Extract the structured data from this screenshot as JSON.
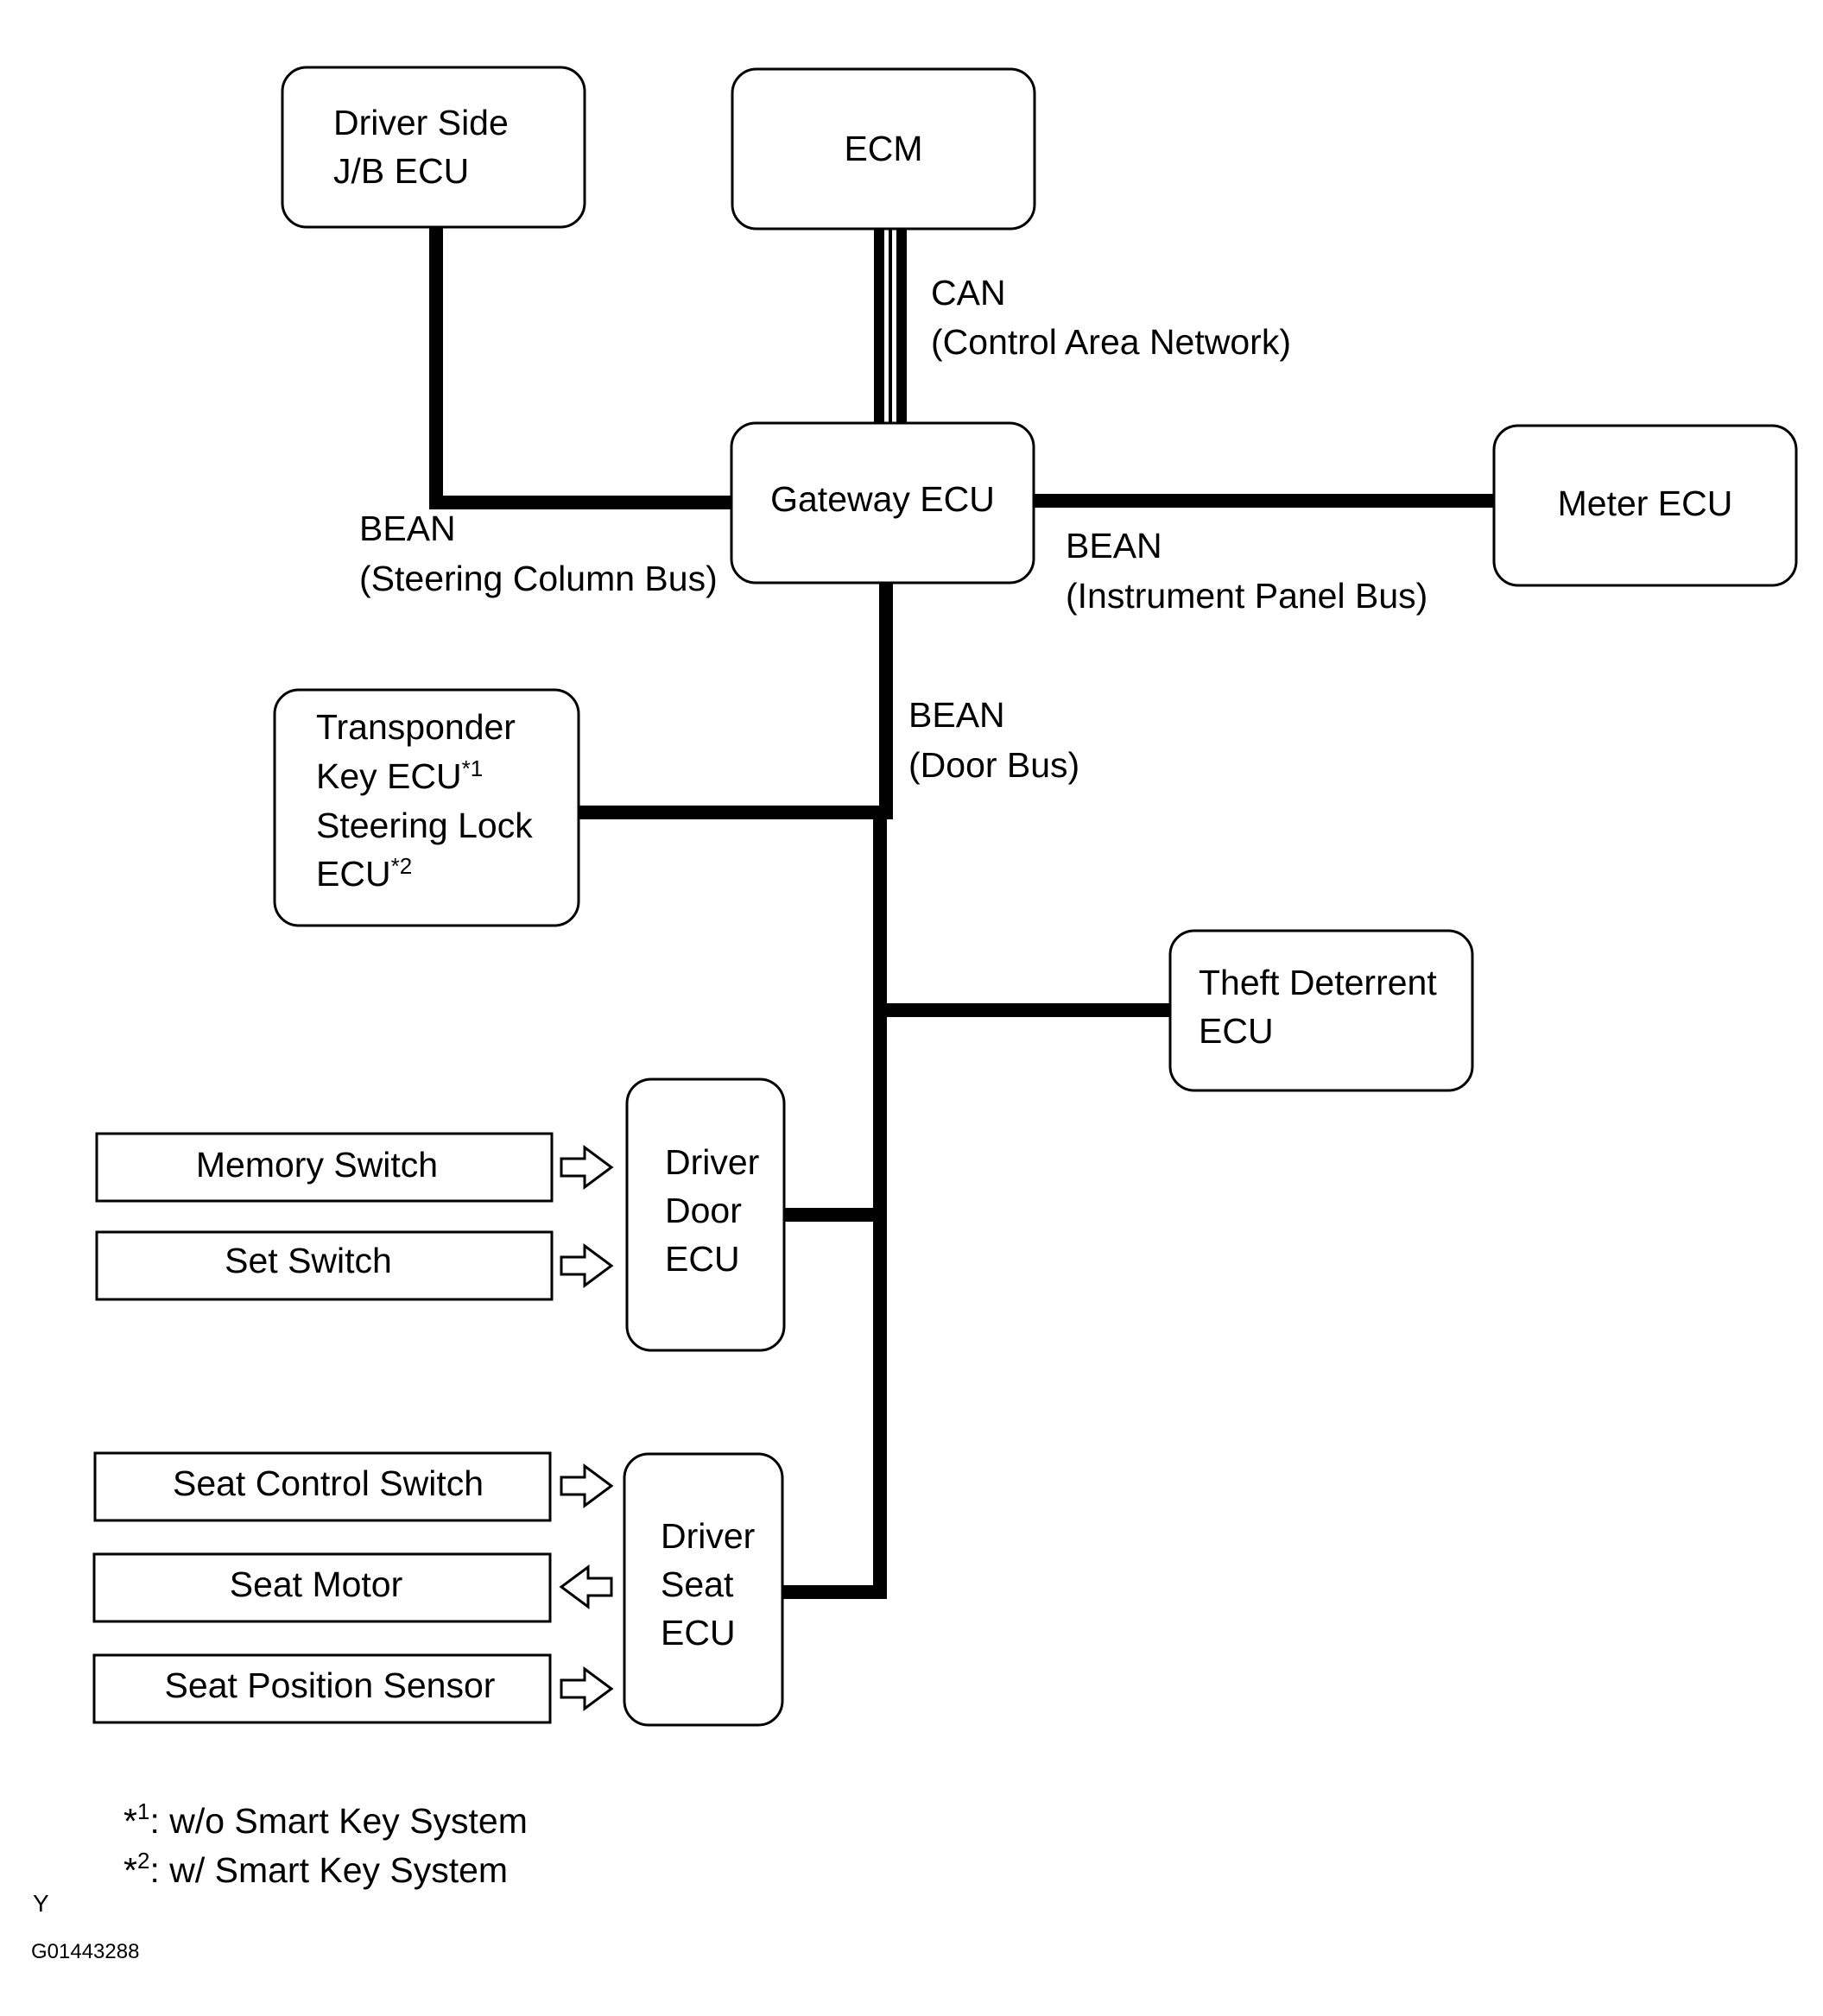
{
  "ecus": {
    "driver_side_jb": [
      "Driver Side",
      "J/B ECU"
    ],
    "ecm": [
      "ECM"
    ],
    "gateway": [
      "Gateway ECU"
    ],
    "meter": [
      "Meter ECU"
    ],
    "transponder": {
      "line1": "Transponder",
      "line2": "Key ECU",
      "line2_sup": "*1",
      "line3": "Steering Lock",
      "line4": "ECU",
      "line4_sup": "*2"
    },
    "theft_deterrent": [
      "Theft Deterrent",
      "ECU"
    ],
    "driver_door": [
      "Driver",
      "Door",
      "ECU"
    ],
    "driver_seat": [
      "Driver",
      "Seat",
      "ECU"
    ]
  },
  "components": {
    "memory_switch": "Memory Switch",
    "set_switch": "Set Switch",
    "seat_control_switch": "Seat Control Switch",
    "seat_motor": "Seat Motor",
    "seat_position_sensor": "Seat Position Sensor"
  },
  "buses": {
    "can": [
      "CAN",
      "(Control Area Network)"
    ],
    "steering_column": [
      "BEAN",
      "(Steering Column Bus)"
    ],
    "instrument_panel": [
      "BEAN",
      "(Instrument Panel Bus)"
    ],
    "door": [
      "BEAN",
      "(Door Bus)"
    ]
  },
  "footnotes": [
    {
      "mark": "*",
      "sup": "1",
      "text": ": w/o Smart Key System"
    },
    {
      "mark": "*",
      "sup": "2",
      "text": ": w/ Smart Key System"
    }
  ],
  "corner_letter": "Y",
  "figure_code": "G01443288"
}
